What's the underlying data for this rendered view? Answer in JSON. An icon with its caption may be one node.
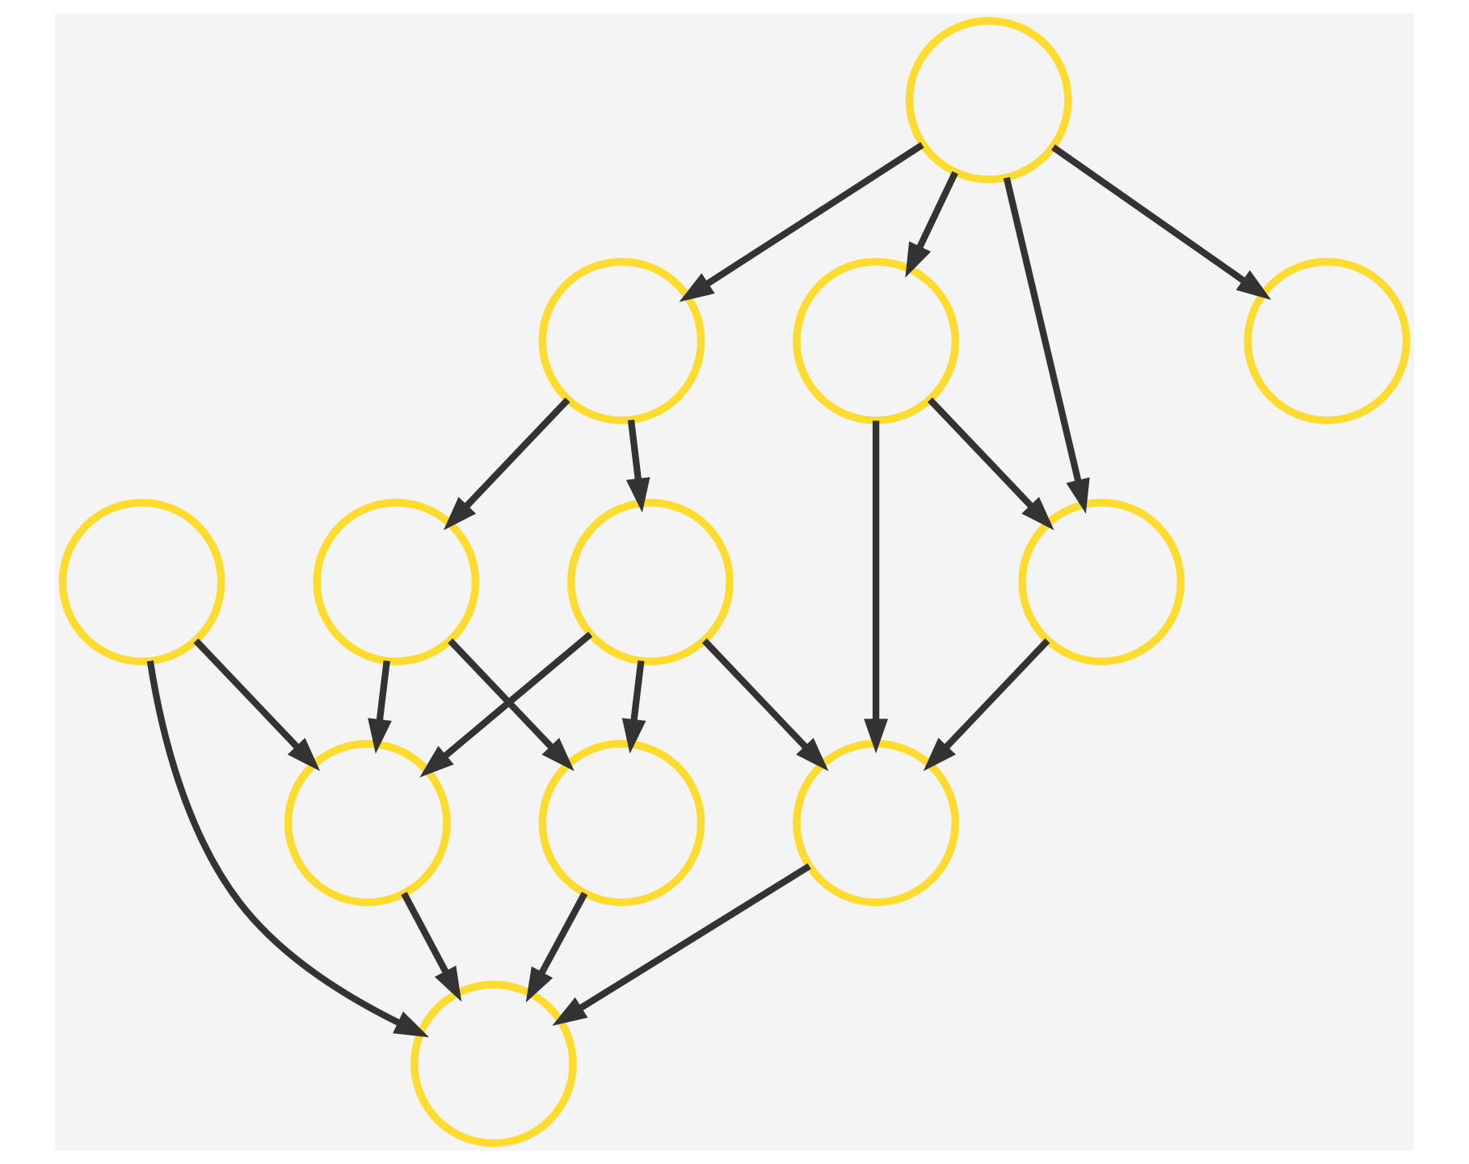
{
  "diagram": {
    "nodes": [
      {
        "text": [],
        "shape": "circle"
      },
      {
        "text": [],
        "shape": "circle"
      },
      {
        "text": [],
        "shape": "circle"
      },
      {
        "text": [],
        "shape": "circle"
      },
      {
        "text": [],
        "shape": "circle"
      },
      {
        "text": [],
        "shape": "circle"
      },
      {
        "text": [],
        "shape": "circle"
      },
      {
        "text": [],
        "shape": "circle"
      },
      {
        "text": [],
        "shape": "circle"
      },
      {
        "text": [],
        "shape": "circle"
      },
      {
        "text": [],
        "shape": "circle"
      },
      {
        "text": [],
        "shape": "circle"
      }
    ],
    "edges": [
      {
        "from": 3,
        "to": 2,
        "arrow": "to"
      },
      {
        "from": 2,
        "to": 1,
        "arrow": "to"
      },
      {
        "from": 1,
        "to": 4,
        "arrow": "to"
      },
      {
        "from": 0,
        "to": 4,
        "arrow": "to"
      },
      {
        "from": 2,
        "to": 5,
        "arrow": "to"
      },
      {
        "from": 5,
        "to": 4,
        "arrow": "to"
      },
      {
        "from": 0,
        "to": 8,
        "arrow": "to"
      },
      {
        "from": 1,
        "to": 9,
        "arrow": "to"
      },
      {
        "from": 5,
        "to": 9,
        "arrow": "to"
      },
      {
        "from": 5,
        "to": 10,
        "arrow": "to"
      },
      {
        "from": 4,
        "to": 8,
        "arrow": "to"
      },
      {
        "from": 3,
        "to": 6,
        "arrow": "to"
      },
      {
        "from": 3,
        "to": 11,
        "arrow": "to"
      },
      {
        "from": 3,
        "to": 7,
        "arrow": "to"
      },
      {
        "from": 11,
        "to": 6,
        "arrow": "to"
      },
      {
        "from": 6,
        "to": 10,
        "arrow": "to"
      },
      {
        "from": 11,
        "to": 10,
        "arrow": "to"
      },
      {
        "from": 9,
        "to": 8,
        "arrow": "to"
      },
      {
        "from": 10,
        "to": 8,
        "arrow": "to"
      }
    ]
  }
}
